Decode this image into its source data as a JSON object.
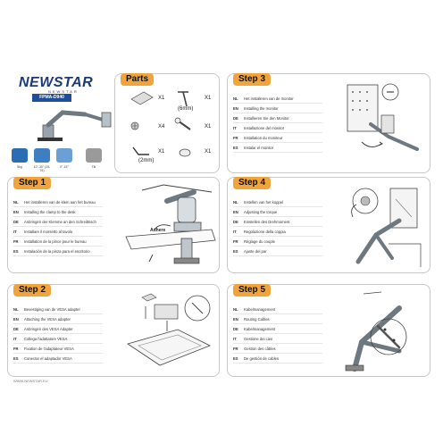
{
  "brand": {
    "name": "NEWSTAR",
    "sub": "NEWSTAR",
    "model": "FPMA-D940"
  },
  "spec_labels": [
    "5kg",
    "10\"-30\" (25-76)",
    "0°-15°",
    "Tilt"
  ],
  "spec_colors": [
    "#2a6db3",
    "#3d7fc2",
    "#6aa0d6",
    "#9a9a9a"
  ],
  "parts": {
    "title": "Parts",
    "items": [
      {
        "qty": "X1",
        "note": ""
      },
      {
        "qty": "X1",
        "note": "(6mm)"
      },
      {
        "qty": "X4",
        "note": ""
      },
      {
        "qty": "X1",
        "note": ""
      },
      {
        "qty": "X1",
        "note": "(2mm)"
      },
      {
        "qty": "X1",
        "note": ""
      }
    ]
  },
  "steps": [
    {
      "title": "Step 1",
      "lines": [
        {
          "code": "NL",
          "text": "Het installeren van de klem aan het bureau"
        },
        {
          "code": "EN",
          "text": "Installing the clamp to the desk"
        },
        {
          "code": "DE",
          "text": "Anbringen der Klemme an den Schreibtisch"
        },
        {
          "code": "IT",
          "text": "Installare il morsetto al tavolo"
        },
        {
          "code": "FR",
          "text": "Installation de la pince pour le bureau"
        },
        {
          "code": "ES",
          "text": "Instalación de la pinza para el escritorio"
        }
      ],
      "callout": "Adhere"
    },
    {
      "title": "Step 2",
      "lines": [
        {
          "code": "NL",
          "text": "Bevestiging van de VESA adapter"
        },
        {
          "code": "EN",
          "text": "Attaching the VESA adapter"
        },
        {
          "code": "DE",
          "text": "Anbringen des VESA Adapter"
        },
        {
          "code": "IT",
          "text": "Collega l'adattatore VESA"
        },
        {
          "code": "FR",
          "text": "Fixation de l'adaptateur VESA"
        },
        {
          "code": "ES",
          "text": "Conectar el adaptador VESA"
        }
      ]
    },
    {
      "title": "Step 3",
      "lines": [
        {
          "code": "NL",
          "text": "Het installeren van de monitor"
        },
        {
          "code": "EN",
          "text": "Installing the monitor"
        },
        {
          "code": "DE",
          "text": "Installieren Sie den Monitor"
        },
        {
          "code": "IT",
          "text": "Installazione del monitor"
        },
        {
          "code": "FR",
          "text": "Installation du moniteur"
        },
        {
          "code": "ES",
          "text": "Instalar el monitor"
        }
      ]
    },
    {
      "title": "Step 4",
      "lines": [
        {
          "code": "NL",
          "text": "Instellen van het koppel"
        },
        {
          "code": "EN",
          "text": "Adjusting the torque"
        },
        {
          "code": "DE",
          "text": "Einstellen des Drehmoment"
        },
        {
          "code": "IT",
          "text": "Regolazione della coppia"
        },
        {
          "code": "FR",
          "text": "Réglage du couple"
        },
        {
          "code": "ES",
          "text": "Ajuste del par"
        }
      ]
    },
    {
      "title": "Step 5",
      "lines": [
        {
          "code": "NL",
          "text": "Kabelmanagement"
        },
        {
          "code": "EN",
          "text": "Routing Cables"
        },
        {
          "code": "DE",
          "text": "Kabelmanagement"
        },
        {
          "code": "IT",
          "text": "Gestione dei cavi"
        },
        {
          "code": "FR",
          "text": "Gestion des câbles"
        },
        {
          "code": "ES",
          "text": "De gestión de cables"
        }
      ]
    }
  ],
  "footer": "WWW.NEWSTAR.EU"
}
